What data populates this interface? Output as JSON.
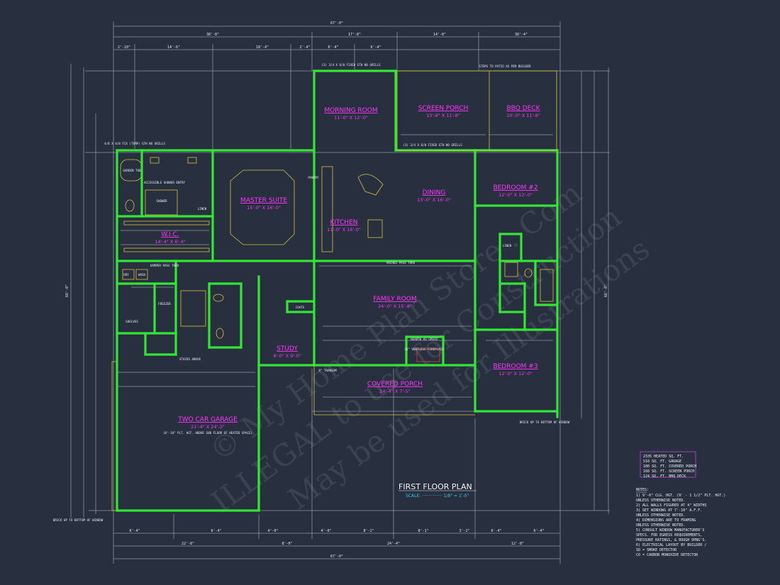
{
  "plan": {
    "title": "FIRST FLOOR PLAN",
    "scale": "SCALE: ··············· 1/8\" = 1'-0\""
  },
  "watermark": {
    "line1": "© My Home Plan Store . Com",
    "line2": "ILLEGAL to use for Construction",
    "line3": "May be used for Illustrations"
  },
  "rooms": [
    {
      "id": "morning-room",
      "name": "MORNING ROOM",
      "size": "11'-0\" X 12'-0\""
    },
    {
      "id": "screen-porch",
      "name": "SCREEN PORCH",
      "size": "13'-8\" X 11'-8\""
    },
    {
      "id": "bbq-deck",
      "name": "BBQ DECK",
      "size": "10'-0\" X 11'-8\""
    },
    {
      "id": "master-suite",
      "name": "MASTER SUITE",
      "size": "15'-0\" X 16'-0\""
    },
    {
      "id": "dining",
      "name": "DINING",
      "size": "13'-0\" X 16'-0\""
    },
    {
      "id": "bedroom-2",
      "name": "BEDROOM #2",
      "size": "12'-0\" X 12'-0\""
    },
    {
      "id": "kitchen",
      "name": "KITCHEN",
      "size": "11'-0\" X 16'-0\""
    },
    {
      "id": "wic",
      "name": "W.I.C.",
      "size": "14'-4\" X 6'-4\""
    },
    {
      "id": "family-room",
      "name": "FAMILY ROOM",
      "size": "24'-0\" X 15'-8\""
    },
    {
      "id": "study",
      "name": "STUDY",
      "size": "8'-0\" X 9'-0\""
    },
    {
      "id": "covered-porch",
      "name": "COVERED PORCH",
      "size": "24'-4\" X 7'-5\""
    },
    {
      "id": "bedroom-3",
      "name": "BEDROOM #3",
      "size": "12'-0\" X 12'-0\""
    },
    {
      "id": "garage",
      "name": "TWO CAR GARAGE",
      "size": "21'-4\" X 24'-2\"",
      "note": "(8'-10\" PLT. HGT. ABOVE SUB FLOOR OF HEATED SPACE)"
    }
  ],
  "labels": {
    "accessible_shower": "ACCESSIBLE SHOWER ENTRY",
    "shower": "SHOWER",
    "garden_tub": "GARDEN TUB",
    "linen": "LINEN",
    "pantry": "PANTRY",
    "coats": "COATS",
    "freezer": "FREEZER",
    "shelves": "SHELVES",
    "dry": "DRY",
    "wash": "WASH",
    "hamper": "HAMPER PASS THRU",
    "arched": "ARCHED PASS THRU",
    "fireplace": "36\" VENTLESS FIREPLACE",
    "hearth": "HEARTH AS SPECD",
    "transom": "8\" TRANSOM",
    "stairs": "STAIRS ABOVE",
    "steps": "STEPS TO PATIO AS PER BUILDER",
    "fixed1": "(3) 3/4 X 6/0 FIXED GTH NO GRILLS",
    "fixed2": "(3) 3/4 X 6/0 FIXED GTH NO GRILLS",
    "temp": "4/8 X 4/8 FIX (TEMP) GTH NO GRILLS",
    "brick": "BRICK UP TO BOTTOM OF WINDOW",
    "brick2": "BRICK UP TO BOTTOM OF WINDOW"
  },
  "top_dims": {
    "overall": "67'-0\"",
    "row2": [
      "38'-8\"",
      "17'-8\"",
      "14'-8\"",
      "38'-4\""
    ],
    "row3": [
      "2'-10\"",
      "14'-6\"",
      "18'-4\"",
      "2'-4\"",
      "6'-4\"",
      "6'-4\""
    ]
  },
  "bottom_dims": {
    "overall": "67'-0\"",
    "row2": [
      "22'-8\"",
      "8'-0\"",
      "24'-4\"",
      "12'-8\""
    ],
    "row3": [
      "6'-4\"",
      "6'-4\"",
      "4'-0\"",
      "4'-0\"",
      "8'-1\"",
      "8'-1\"",
      "3'-2\"",
      "6'-4\"",
      "6'-4\""
    ]
  },
  "side_dims": {
    "left": "66'-8\"",
    "right": "66'-8\""
  },
  "area_table": [
    "2335 HEATED SQ. FT.",
    "510 SQ. FT. GARAGE",
    "180 SQ. FT. COVERED PORCH",
    "168 SQ. FT. SCREEN PORCH",
    "124 SQ. FT. BBQ DECK"
  ],
  "notes": {
    "heading": "NOTES:",
    "items": [
      "1)  9'-0\" CLG. HGT. (9' - 1 1/2\" PLT. HGT.)",
      "     UNLESS OTHERWISE NOTED.",
      "2)  ALL WALLS FIGURED AT 4\" WIDTHS",
      "3)  SET WINDOWS AT 7'-10\" A.F.F.",
      "     UNLESS OTHERWISE NOTED.",
      "4)  DIMENSIONS ARE TO FRAMING",
      "     UNLESS OTHERWISE NOTED.",
      "5)  CONSULT WINDOW MANUFACTURER'S",
      "     SPECS. FOR EGRESS REQUIREMENTS,",
      "     PRESSURE RATINGS, & ROUGH OPNG'S.",
      "6)  ELECTRICAL LAYOUT BY BUILDER /",
      "     SD = SMOKE DETECTOR",
      "     CO = CARBON MONOXIDE DETECTOR"
    ]
  },
  "colors": {
    "background": "#283040",
    "wall": "#33e633",
    "room_label": "#ff33ff",
    "scale": "#35c9e8"
  }
}
